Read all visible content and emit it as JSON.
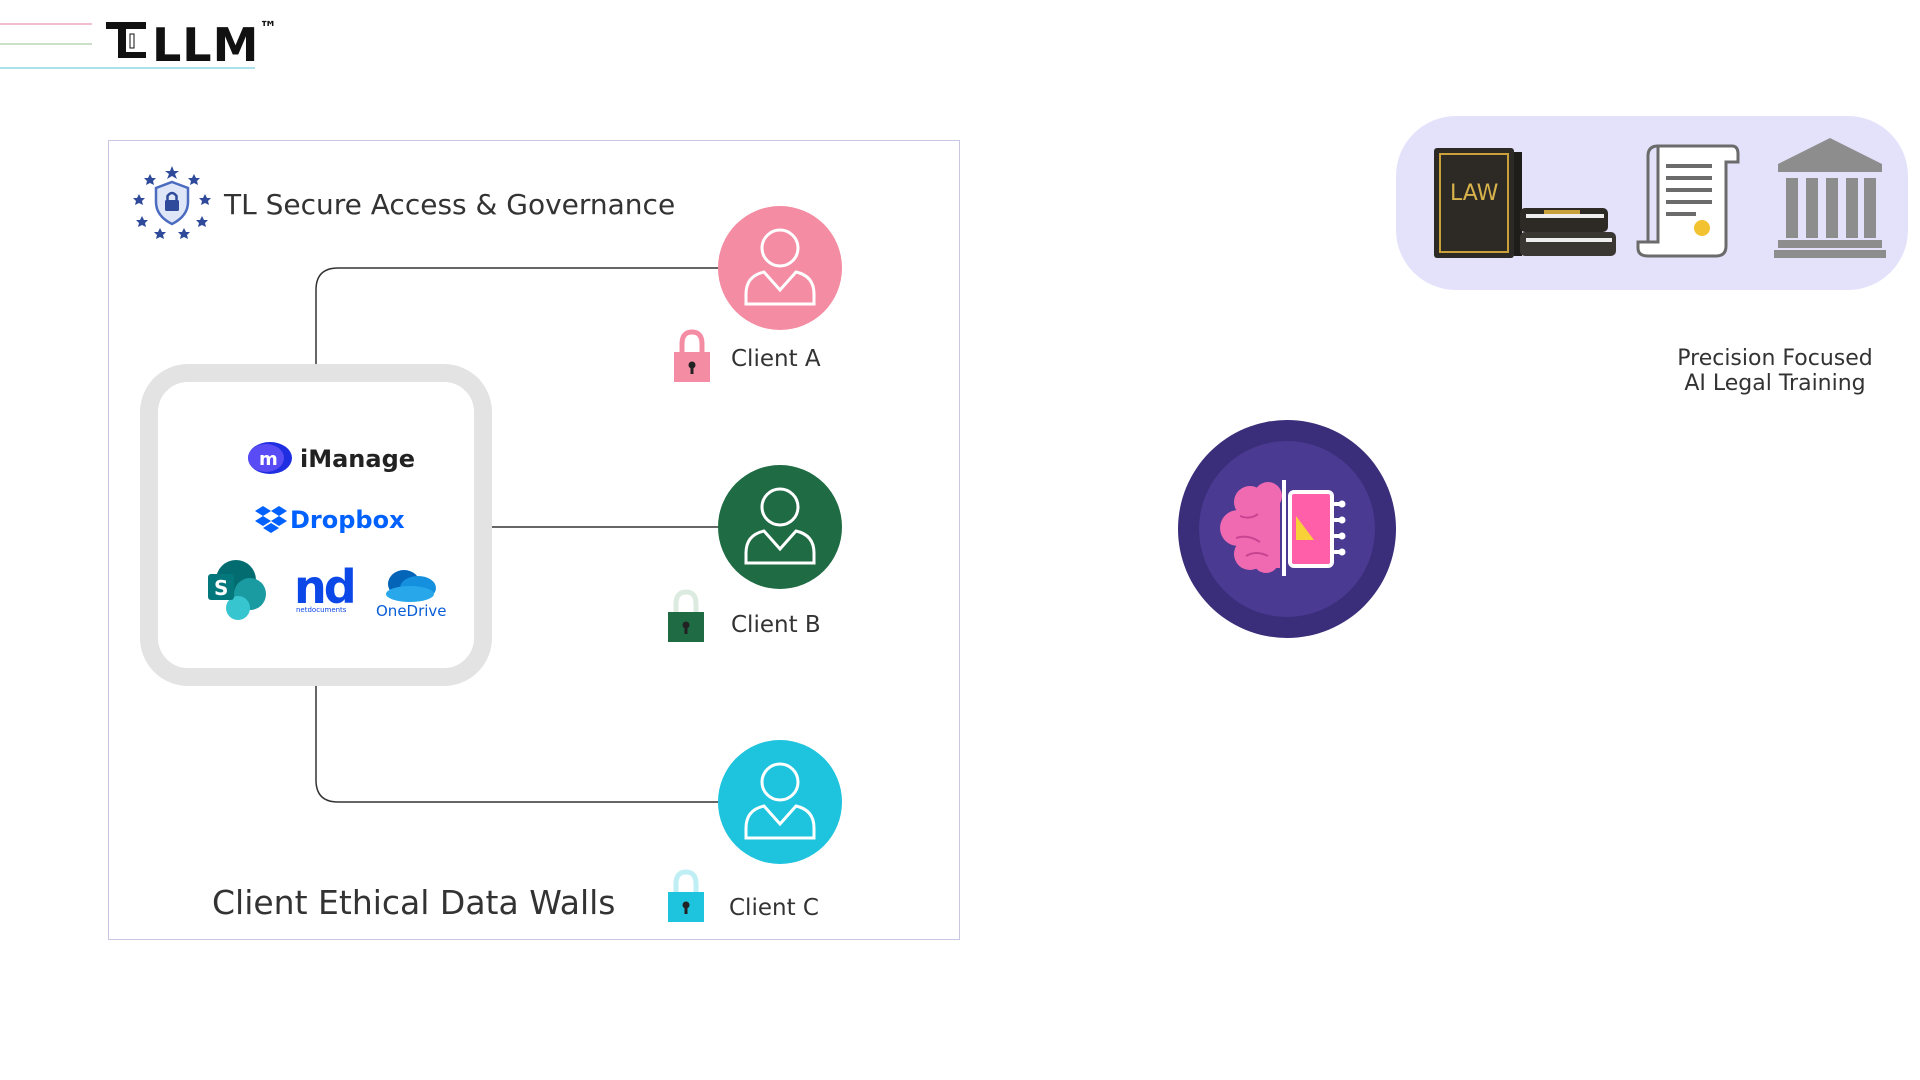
{
  "logo": {
    "text": "LLM",
    "mark_letter": "T",
    "tm": "™"
  },
  "governance": {
    "title": "TL Secure Access & Governance",
    "walls_title": "Client Ethical Data Walls"
  },
  "hub": {
    "imanage": "iManage",
    "dropbox": "Dropbox",
    "sharepoint_letter": "S",
    "netdocuments": "nd",
    "netdocuments_sub": "netdocuments",
    "onedrive": "OneDrive"
  },
  "clients": [
    {
      "label": "Client A",
      "color": "#f48ca3"
    },
    {
      "label": "Client B",
      "color": "#1f6b44"
    },
    {
      "label": "Client C",
      "color": "#1ec3de"
    }
  ],
  "resources": {
    "law_book": "LAW",
    "caption_line1": "Precision Focused",
    "caption_line2": "AI Legal Training"
  },
  "colors": {
    "accent_purple": "#3a2d7a",
    "pill_bg": "#e4e2fb",
    "brain_pink": "#f06ab2"
  }
}
